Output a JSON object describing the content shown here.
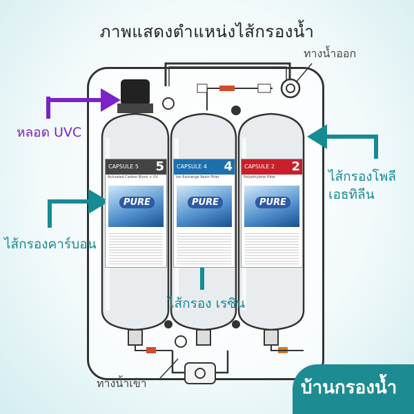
{
  "title": "ภาพแสดงตำแหน่งไส้กรองน้ำ",
  "labels": {
    "outlet": "ทางน้ำออก",
    "uvc": "หลอด UVC",
    "poly_line1": "ไส้กรองโพลี",
    "poly_line2": "เอธทิลีน",
    "carbon": "ไส้กรองคาร์บอน",
    "resin": "ไส้กรอง เรซิน",
    "inlet": "ทางน้ำเข้า"
  },
  "capsules": [
    {
      "name": "CAPSULE 5",
      "number": "5",
      "subtitle": "Activated Carbon Block + UV",
      "color": "#444444",
      "numColor": "#ffffff"
    },
    {
      "name": "CAPSULE 4",
      "number": "4",
      "subtitle": "Ion Exchange Resin Filter",
      "color": "#1e6fae",
      "numColor": "#ffffff"
    },
    {
      "name": "CAPSULE 2",
      "number": "2",
      "subtitle": "Polyethylene Filter",
      "color": "#c8202a",
      "numColor": "#ffffff"
    }
  ],
  "brand": "PURE",
  "logo_text": "บ้านกรองน้ำ",
  "colors": {
    "uvc_arrow": "#7b22c9",
    "teal_arrow": "#168b93",
    "logo_bg": "#1d8c92"
  }
}
